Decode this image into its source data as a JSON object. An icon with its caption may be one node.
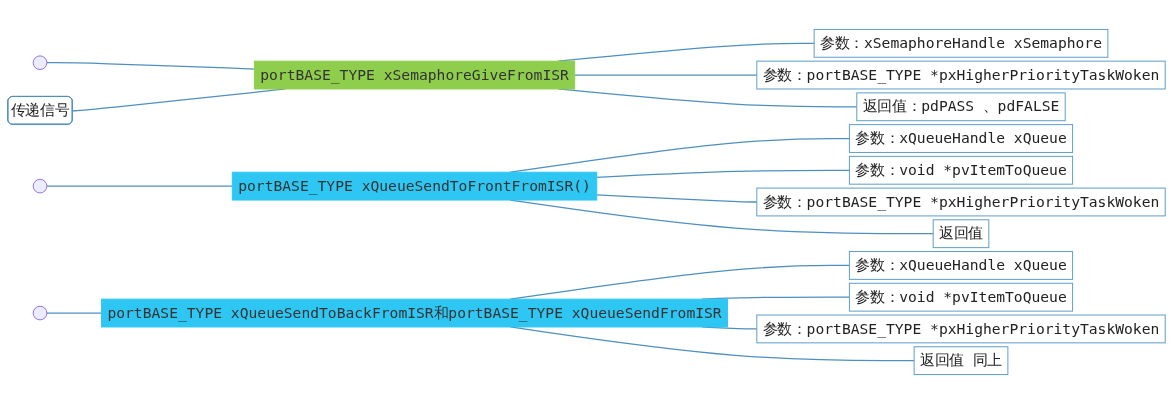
{
  "diagram": {
    "nodes": [
      {
        "text": [
          "传递信号"
        ]
      },
      {
        "text": [
          "portBASE_TYPE xSemaphoreGiveFromISR"
        ]
      },
      {
        "text": [
          "参数：xSemaphoreHandle xSemaphore"
        ]
      },
      {
        "text": [
          "参数：portBASE_TYPE *pxHigherPriorityTaskWoken"
        ]
      },
      {
        "text": [
          "返回值：pdPASS 、pdFALSE"
        ]
      },
      {
        "text": [
          "portBASE_TYPE xQueueSendToFrontFromISR()"
        ]
      },
      {
        "text": [
          "参数：xQueueHandle xQueue"
        ]
      },
      {
        "text": [
          "参数：void *pvItemToQueue"
        ]
      },
      {
        "text": [
          "参数：portBASE_TYPE *pxHigherPriorityTaskWoken"
        ]
      },
      {
        "text": [
          "返回值"
        ]
      },
      {
        "text": [
          "portBASE_TYPE xQueueSendToBackFromISR和portBASE_TYPE xQueueSendFromISR"
        ]
      },
      {
        "text": [
          "参数：xQueueHandle xQueue"
        ]
      },
      {
        "text": [
          "参数：void *pvItemToQueue"
        ]
      },
      {
        "text": [
          "参数：portBASE_TYPE *pxHigherPriorityTaskWoken"
        ]
      },
      {
        "text": [
          "返回值 同上"
        ]
      }
    ],
    "edges": [
      {
        "from": null,
        "to": 1,
        "arrow": "none"
      },
      {
        "from": null,
        "to": 5,
        "arrow": "none"
      },
      {
        "from": null,
        "to": 10,
        "arrow": "none"
      },
      {
        "from": 0,
        "to": 1,
        "arrow": "none"
      },
      {
        "from": 1,
        "to": 2,
        "arrow": "none"
      },
      {
        "from": 1,
        "to": 3,
        "arrow": "none"
      },
      {
        "from": 1,
        "to": 4,
        "arrow": "none"
      },
      {
        "from": 5,
        "to": 6,
        "arrow": "none"
      },
      {
        "from": 5,
        "to": 7,
        "arrow": "none"
      },
      {
        "from": 5,
        "to": 8,
        "arrow": "none"
      },
      {
        "from": 5,
        "to": 9,
        "arrow": "none"
      },
      {
        "from": 10,
        "to": 11,
        "arrow": "none"
      },
      {
        "from": 10,
        "to": 12,
        "arrow": "none"
      },
      {
        "from": 10,
        "to": 13,
        "arrow": "none"
      },
      {
        "from": 10,
        "to": 14,
        "arrow": "none"
      }
    ]
  }
}
